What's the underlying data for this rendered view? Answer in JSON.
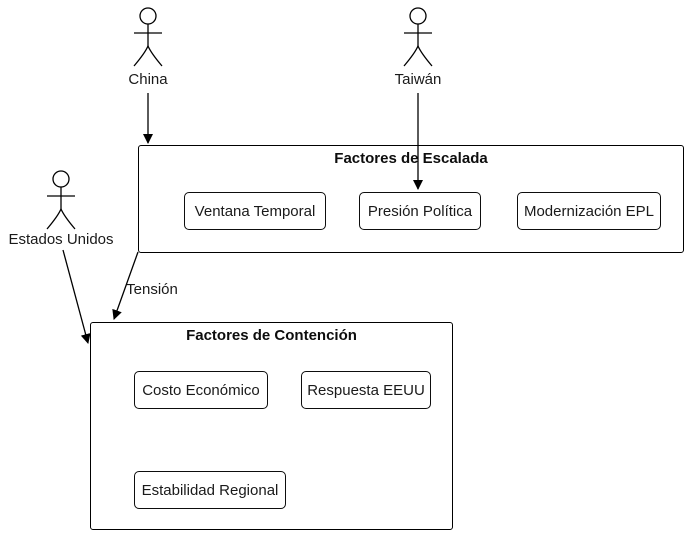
{
  "diagram": {
    "background": "#ffffff",
    "stroke_color": "#000000",
    "text_color": "#1a1a1a",
    "actors": [
      {
        "label": "China"
      },
      {
        "label": "Taiwán"
      },
      {
        "label": "Estados Unidos"
      }
    ],
    "groups": [
      {
        "title": "Factores de Escalada",
        "nodes": [
          {
            "label": "Ventana Temporal"
          },
          {
            "label": "Presión Política"
          },
          {
            "label": "Modernización EPL"
          }
        ]
      },
      {
        "title": "Factores de Contención",
        "nodes": [
          {
            "label": "Costo Económico"
          },
          {
            "label": "Respuesta EEUU"
          },
          {
            "label": "Estabilidad Regional"
          }
        ]
      }
    ],
    "edges": [
      {
        "from": "China",
        "to": "Factores de Escalada",
        "label": ""
      },
      {
        "from": "Taiwán",
        "to": "Presión Política",
        "label": ""
      },
      {
        "from": "Estados Unidos",
        "to": "Factores de Contención",
        "label": ""
      },
      {
        "from": "Factores de Escalada",
        "to": "Factores de Contención",
        "label": "Tensión"
      }
    ]
  }
}
